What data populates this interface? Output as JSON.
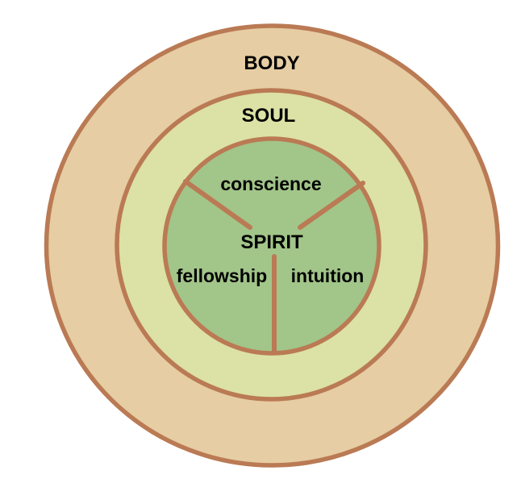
{
  "diagram": {
    "rings": [
      {
        "id": "body",
        "label": "BODY",
        "fill": "#e6cda3"
      },
      {
        "id": "soul",
        "label": "SOUL",
        "fill": "#dce1a5"
      },
      {
        "id": "spirit",
        "label": "SPIRIT",
        "fill": "#a2c589"
      }
    ],
    "spirit_sections": [
      {
        "label": "conscience"
      },
      {
        "label": "fellowship"
      },
      {
        "label": "intuition"
      }
    ],
    "colors": {
      "border": "#ba7a54",
      "text": "#000000",
      "background": "#ffffff"
    }
  }
}
